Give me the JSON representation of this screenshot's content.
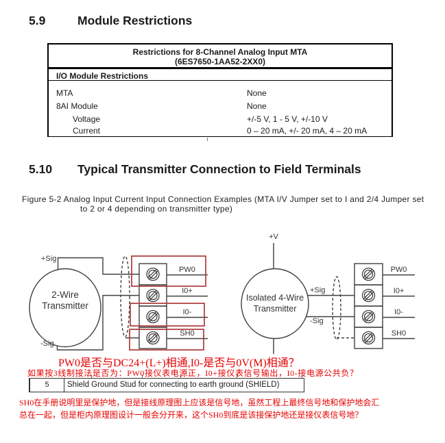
{
  "section_59": {
    "number": "5.9",
    "title": "Module Restrictions"
  },
  "restrictions_table": {
    "title_line1": "Restrictions for 8-Channel Analog Input MTA",
    "title_line2": "(6ES7650-1AA52-2XX0)",
    "subheader": "I/O Module Restrictions",
    "rows": [
      {
        "label": "MTA",
        "value": "None"
      },
      {
        "label": "8AI Module",
        "value": "None"
      },
      {
        "label": "Voltage",
        "value": "+/-5 V, 1 - 5 V, +/-10 V"
      },
      {
        "label": "Current",
        "value": "0 – 20 mA, +/- 20 mA, 4 – 20 mA"
      }
    ]
  },
  "section_510": {
    "number": "5.10",
    "title": "Typical Transmitter Connection to Field Terminals"
  },
  "figure_caption": {
    "line1": "Figure 5-2 Analog Input Current Input Connection Examples (MTA I/V Jumper set to I and 2/4 Jumper set",
    "line2": "to 2 or 4 depending on transmitter type)"
  },
  "diagram": {
    "left_transmitter": {
      "name_line1": "2-Wire",
      "name_line2": "Transmitter",
      "plus_sig": "+Sig",
      "minus_sig": "-Sig",
      "terminals": [
        "PW0",
        "I0+",
        "I0-",
        "SH0"
      ]
    },
    "right_transmitter": {
      "name_line1": "Isolated 4-Wire",
      "name_line2": "Transmitter",
      "plus_v": "+V",
      "plus_sig": "+Sig",
      "minus_sig": "-Sig",
      "terminals": [
        "PW0",
        "I0+",
        "I0-",
        "SH0"
      ]
    },
    "line_color": "#3f3f3f",
    "red_box_color": "#b04343"
  },
  "annotations": {
    "red_text_color": "#e60000",
    "line1": "PW0是否与DC24+(L+)相通,I0-是否与0V(M)相通？",
    "line2": "如果按3线制接法是否为：PW0接仪表电源正，I0+接仪表信号输出，I0-接电源公共负？",
    "line3": "SH0在手册说明里是保护地，但是接线原理图上应该是信号地，虽然工程上最终信号地和保护地会汇",
    "line4": "总在一起，但是柜内原理图设计一般会分开来，这个SH0到底是该接保护地还是接仪表信号地？"
  },
  "shield_row": {
    "number": "5",
    "description": "Shield Ground Stud for connecting to earth ground (SHIELD)"
  }
}
